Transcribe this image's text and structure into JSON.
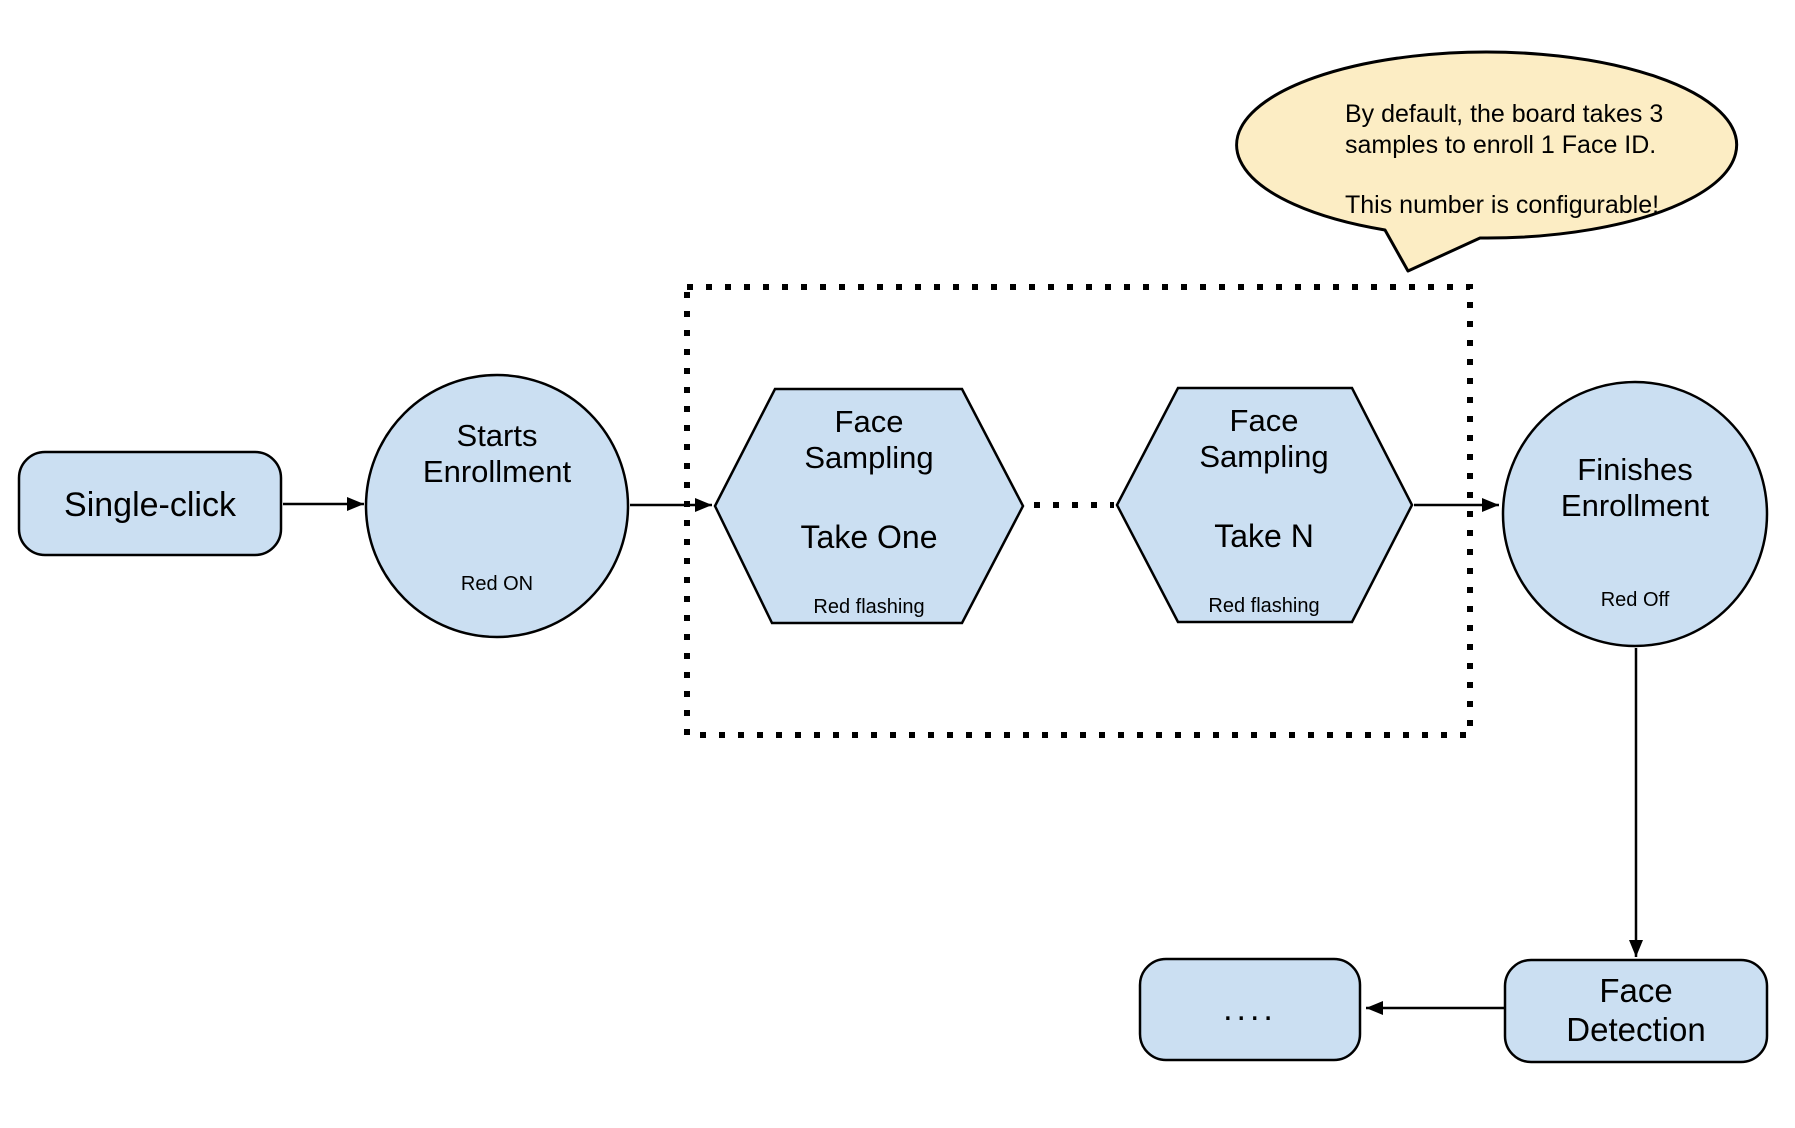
{
  "colors": {
    "node_fill": "#cbdff2",
    "callout_fill": "#fcedc4",
    "stroke": "#000000"
  },
  "nodes": {
    "single_click": {
      "label": "Single-click"
    },
    "starts_enrollment": {
      "line1": "Starts",
      "line2": "Enrollment",
      "status": "Red ON"
    },
    "face_sampling_one": {
      "line1": "Face",
      "line2": "Sampling",
      "take": "Take One",
      "status": "Red flashing"
    },
    "face_sampling_n": {
      "line1": "Face",
      "line2": "Sampling",
      "take": "Take N",
      "status": "Red flashing"
    },
    "finishes_enrollment": {
      "line1": "Finishes",
      "line2": "Enrollment",
      "status": "Red Off"
    },
    "face_detection": {
      "line1": "Face",
      "line2": "Detection"
    },
    "continuation": {
      "label": "...."
    }
  },
  "callout": {
    "line1": "By default, the board takes 3",
    "line2": "samples to enroll 1 Face ID.",
    "line3": "This number is configurable!"
  }
}
